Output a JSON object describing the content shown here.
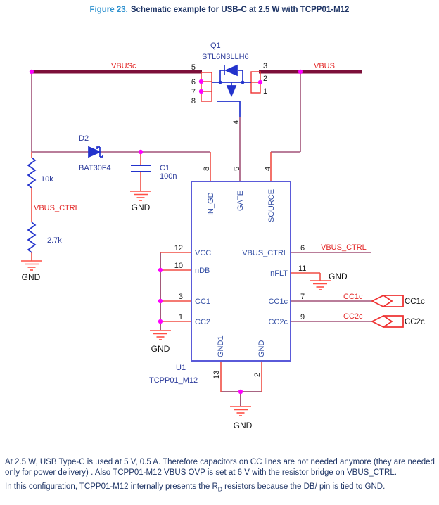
{
  "caption": {
    "prefix": "Figure 23.",
    "title": "Schematic example for USB-C at 2.5 W with TCPP01-M12"
  },
  "colors": {
    "bus": "#7c0f3a",
    "wire": "#a25278",
    "wire_dark": "#8a3058",
    "stub": "#f04f45",
    "component_blue": "#2333cc",
    "ic_border": "#5a5ad9",
    "pin_label": "#3550a5",
    "ref_label": "#2b3a9a",
    "net_label": "#e32726",
    "junction_dot": "#ff00ff",
    "caption_accent": "#3092cf",
    "text": "#1f3566"
  },
  "schematic": {
    "nets": {
      "vbusc": "VBUSc",
      "vbus": "VBUS",
      "vbus_ctrl": "VBUS_CTRL",
      "cc1c": "CC1c",
      "cc2c": "CC2c",
      "gnd": "GND"
    },
    "q1": {
      "ref": "Q1",
      "part": "STL6N3LLH6",
      "pins_left": [
        "5",
        "6",
        "7",
        "8"
      ],
      "pins_right": [
        "3",
        "2",
        "1"
      ],
      "gate_pin": "4"
    },
    "d2": {
      "ref": "D2",
      "part": "BAT30F4"
    },
    "c1": {
      "ref": "C1",
      "value": "100n"
    },
    "r_top": {
      "value": "10k"
    },
    "r_bottom": {
      "value": "2.7k"
    },
    "u1": {
      "ref": "U1",
      "part": "TCPP01_M12",
      "top_pins": [
        {
          "num": "8",
          "name": "IN_GD"
        },
        {
          "num": "5",
          "name": "GATE"
        },
        {
          "num": "4",
          "name": "SOURCE"
        }
      ],
      "left_pins": [
        {
          "num": "12",
          "name": "VCC"
        },
        {
          "num": "10",
          "name": "nDB"
        },
        {
          "num": "3",
          "name": "CC1"
        },
        {
          "num": "1",
          "name": "CC2"
        }
      ],
      "right_pins": [
        {
          "num": "6",
          "name": "VBUS_CTRL"
        },
        {
          "num": "11",
          "name": "nFLT"
        },
        {
          "num": "7",
          "name": "CC1c"
        },
        {
          "num": "9",
          "name": "CC2c"
        }
      ],
      "bottom_pins": [
        {
          "num": "13",
          "name": "GND1"
        },
        {
          "num": "2",
          "name": "GND"
        }
      ]
    },
    "connectors": [
      {
        "label": "CC1c"
      },
      {
        "label": "CC2c"
      }
    ]
  },
  "notes": {
    "p1": "At 2.5 W, USB Type-C is used at 5 V, 0.5 A. Therefore capacitors on CC lines are not needed anymore (they are needed only for power delivery) . Also TCPP01-M12 VBUS OVP is set at 6 V with the resistor bridge on VBUS_CTRL.",
    "p2_pre": "In this configuration, TCPP01-M12 internally presents the R",
    "p2_sub": "D",
    "p2_post": " resistors because the DB/ pin is tied to GND."
  }
}
